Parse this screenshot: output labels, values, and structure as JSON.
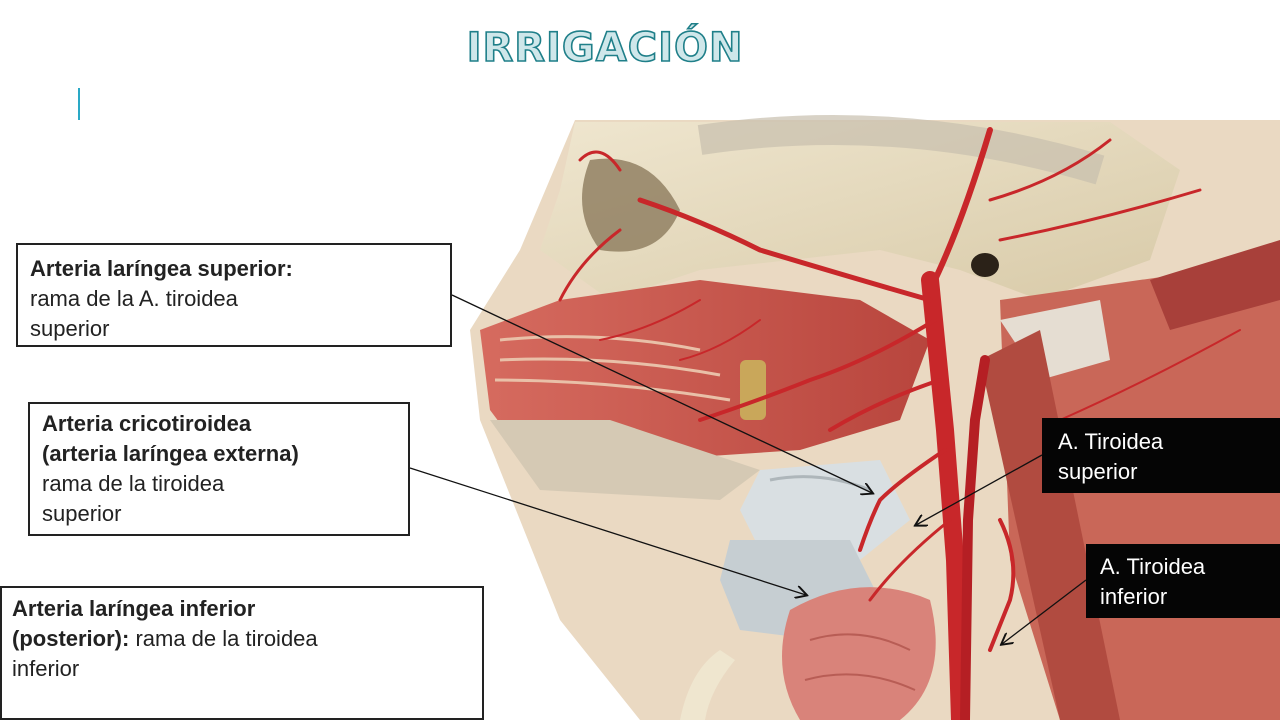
{
  "title": "IRRIGACIÓN",
  "labels": {
    "superior": {
      "heading": "Arteria laríngea superior:",
      "line1": "rama de la A. tiroidea",
      "line2": "superior"
    },
    "cricotiroidea": {
      "heading1": "Arteria cricotiroidea",
      "heading2": "(arteria laríngea externa)",
      "line1": "rama de la tiroidea",
      "line2": "superior"
    },
    "inferior": {
      "heading1": "Arteria laríngea inferior",
      "heading2": "(posterior):",
      "line1": " rama de la tiroidea",
      "line2": "inferior"
    },
    "tiroidea_superior": {
      "line1": "A. Tiroidea",
      "line2": "superior"
    },
    "tiroidea_inferior": {
      "line1": "A. Tiroidea",
      "line2": "inferior"
    }
  },
  "colors": {
    "artery": "#c8272a",
    "muscle": "#c9554d",
    "bone": "#e6dcc4",
    "cartilage": "#d9dfe2",
    "thyroid": "#d9837a",
    "title_stroke": "#1f7f89",
    "accent": "#2aa9c6"
  }
}
